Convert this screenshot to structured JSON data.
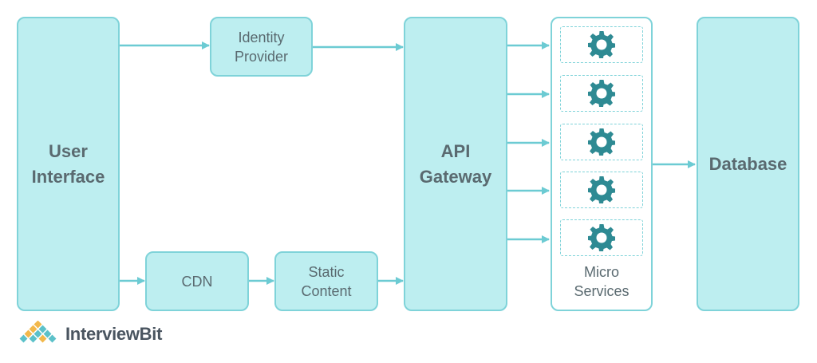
{
  "nodes": {
    "user_interface": "User\nInterface",
    "identity_provider": "Identity\nProvider",
    "cdn": "CDN",
    "static_content": "Static\nContent",
    "api_gateway": "API\nGateway",
    "micro_services": "Micro\nServices",
    "database": "Database"
  },
  "micro_service_icons": [
    "gear-icon",
    "gear-icon",
    "gear-icon",
    "gear-icon",
    "gear-icon"
  ],
  "colors": {
    "node_fill": "#bdeef0",
    "node_border": "#7fd3d9",
    "arrow": "#6ccbd3",
    "gear": "#2e8a93",
    "text": "#5a6a70"
  },
  "logo": {
    "text": "InterviewBit"
  }
}
